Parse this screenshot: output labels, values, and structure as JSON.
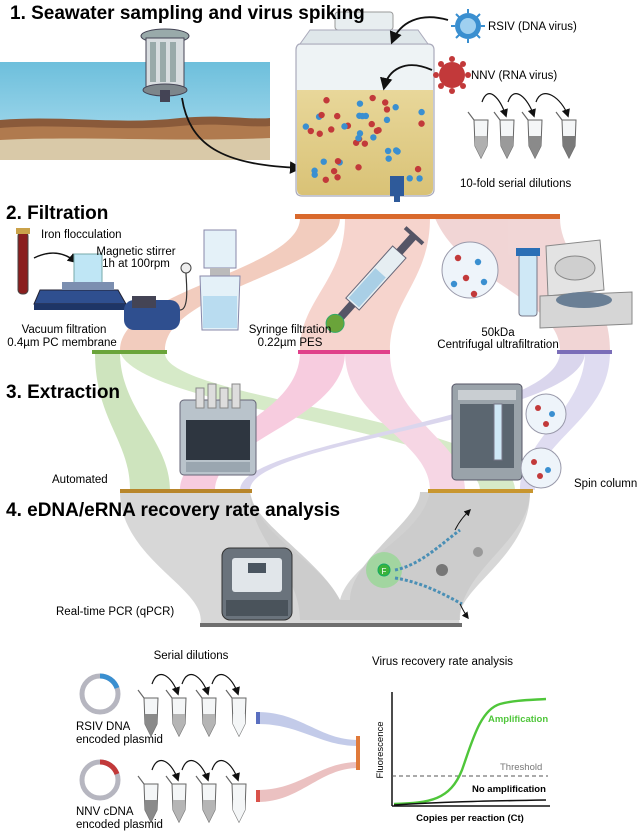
{
  "sections": {
    "s1": "1. Seawater sampling and virus spiking",
    "s2": "2. Filtration",
    "s3": "3. Extraction",
    "s4": "4. eDNA/eRNA recovery rate analysis"
  },
  "viruses": {
    "rsiv": "RSIV (DNA virus)",
    "nnv": "NNV (RNA virus)"
  },
  "serial_dilutions_label": "10-fold serial dilutions",
  "filtration": {
    "iron": "Iron flocculation",
    "stirrer_line1": "Magnetic stirrer",
    "stirrer_line2": "1h at 100rpm",
    "vacuum_line1": "Vacuum filtration",
    "vacuum_line2": "0.4µm PC membrane",
    "syringe_line1": "Syringe filtration",
    "syringe_line2": "0.22µm PES",
    "ultra_line1": "50kDa",
    "ultra_line2": "Centrifugal ultrafiltration"
  },
  "extraction": {
    "automated": "Automated",
    "spin": "Spin column"
  },
  "analysis": {
    "qpcr": "Real-time PCR (qPCR)",
    "serial": "Serial dilutions",
    "rsiv_line1": "RSIV DNA",
    "rsiv_line2": "encoded plasmid",
    "nnv_line1": "NNV cDNA",
    "nnv_line2": "encoded plasmid",
    "rate_title": "Virus recovery rate analysis",
    "ylabel": "Fluorescence",
    "xlabel": "Copies per reaction (Ct)",
    "amplification": "Amplification",
    "threshold": "Threshold",
    "no_amp": "No amplification",
    "probe_f": "F"
  },
  "colors": {
    "orange": "#d9692c",
    "green": "#6aa43a",
    "pink": "#e0408a",
    "purple": "#7a6db8",
    "gold": "#b8862b",
    "gray": "#6e6e6e",
    "rsiv_blue": "#3a8fd0",
    "nnv_red": "#c2393a",
    "curve_green": "#4fc63a"
  }
}
